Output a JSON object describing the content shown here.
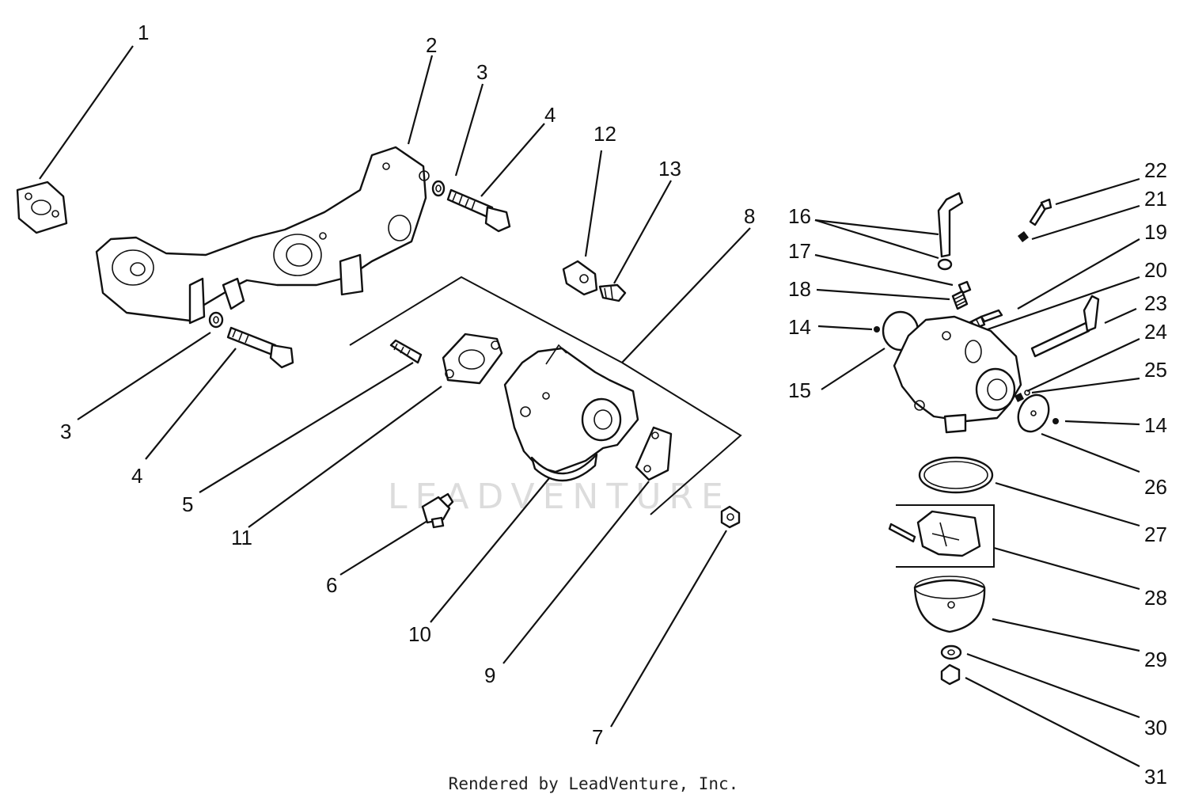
{
  "watermark": "LEADVENTURE",
  "footer": "Rendered by LeadVenture, Inc.",
  "callouts": {
    "c1": "1",
    "c2": "2",
    "c3a": "3",
    "c3b": "3",
    "c4a": "4",
    "c4b": "4",
    "c5": "5",
    "c6": "6",
    "c7": "7",
    "c8": "8",
    "c9": "9",
    "c10": "10",
    "c11": "11",
    "c12": "12",
    "c13": "13",
    "c14a": "14",
    "c14b": "14",
    "c15": "15",
    "c16": "16",
    "c17": "17",
    "c18": "18",
    "c19": "19",
    "c20": "20",
    "c21": "21",
    "c22": "22",
    "c23": "23",
    "c24": "24",
    "c25": "25",
    "c26": "26",
    "c27": "27",
    "c28": "28",
    "c29": "29",
    "c30": "30",
    "c31": "31"
  }
}
